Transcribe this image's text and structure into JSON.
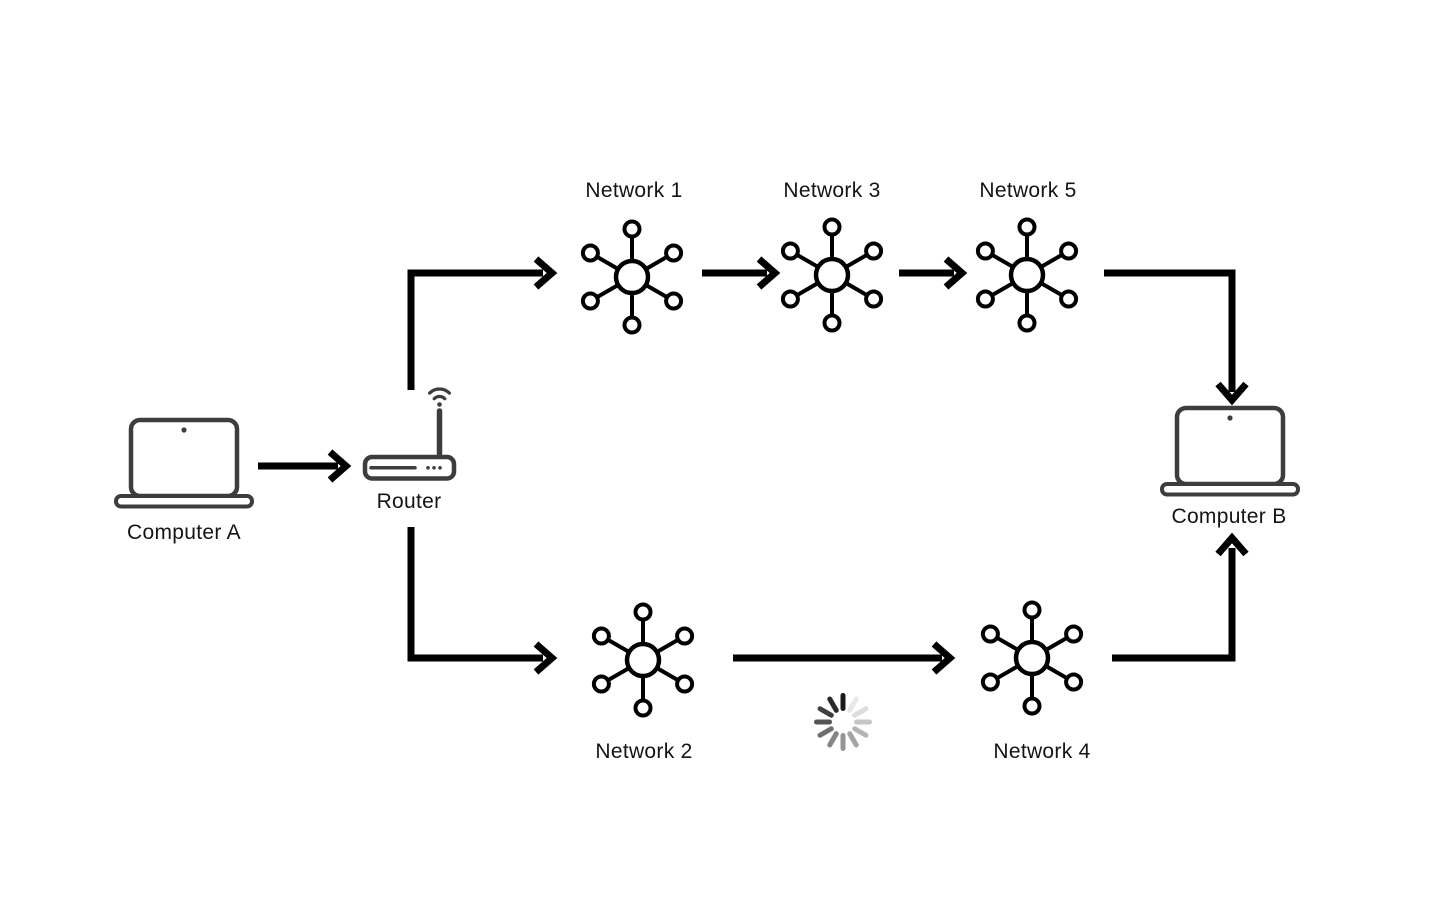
{
  "diagram": {
    "background": "#ffffff",
    "colors": {
      "arrow": "#000000",
      "network_icon": "#000000",
      "device_icon": "#3d3d3d",
      "label": "#141414"
    },
    "nodes": {
      "computer_a": {
        "label": "Computer A",
        "icon": "laptop-icon"
      },
      "router": {
        "label": "Router",
        "icon": "wifi-router-icon"
      },
      "network_1": {
        "label": "Network 1",
        "icon": "network-hub-icon"
      },
      "network_2": {
        "label": "Network 2",
        "icon": "network-hub-icon"
      },
      "network_3": {
        "label": "Network 3",
        "icon": "network-hub-icon"
      },
      "network_4": {
        "label": "Network 4",
        "icon": "network-hub-icon"
      },
      "network_5": {
        "label": "Network 5",
        "icon": "network-hub-icon"
      },
      "computer_b": {
        "label": "Computer B",
        "icon": "laptop-icon"
      }
    },
    "connections": [
      "computer_a -> router",
      "router -> network_1",
      "network_1 -> network_3",
      "network_3 -> network_5",
      "network_5 -> computer_b",
      "router -> network_2",
      "network_2 -> network_4",
      "network_4 -> computer_b"
    ],
    "spinner": {
      "position": "between network_2 and network_4, below arrow",
      "shades": [
        "#1a1a1a",
        "#e8e8e8",
        "#dcdcdc",
        "#c6c6c6",
        "#b4b4b4",
        "#a4a4a4",
        "#959595",
        "#858585",
        "#6f6f6f",
        "#555555",
        "#3f3f3f",
        "#2a2a2a"
      ]
    }
  }
}
